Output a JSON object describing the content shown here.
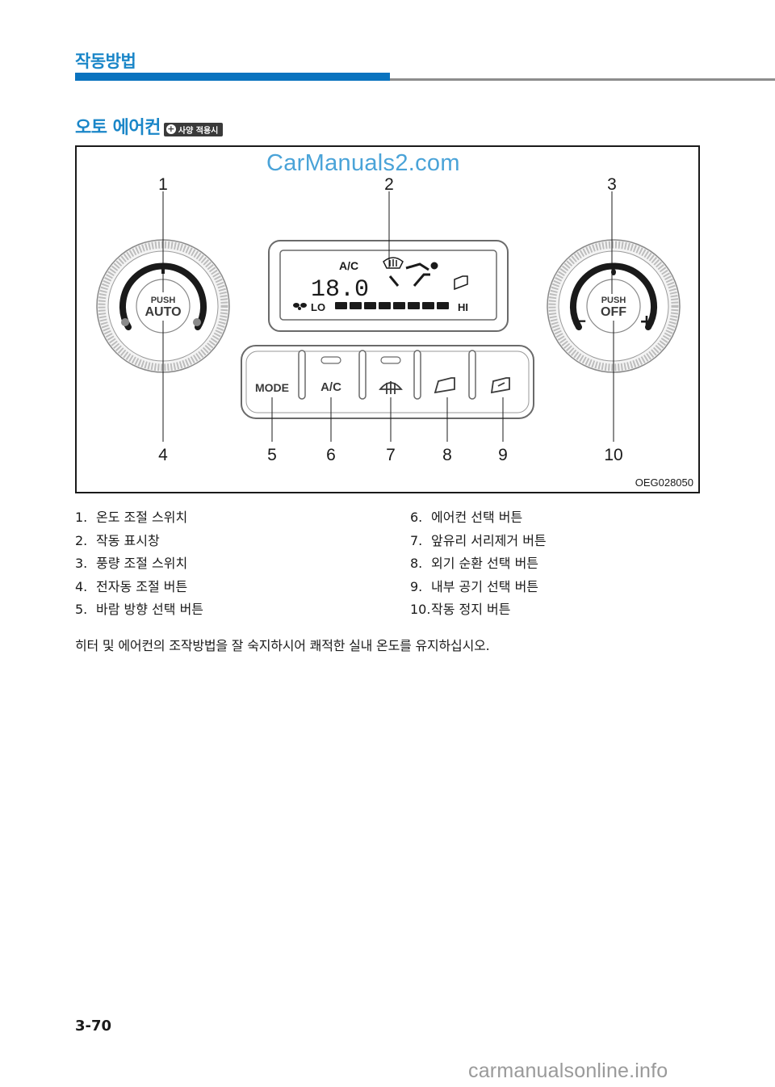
{
  "header": {
    "section_title": "작동방법"
  },
  "subtitle": {
    "text": "오토 에어컨",
    "badge": "사양 적용시"
  },
  "figure": {
    "watermark": "CarManuals2.com",
    "code": "OEG028050",
    "callouts": [
      "1",
      "2",
      "3",
      "4",
      "5",
      "6",
      "7",
      "8",
      "9",
      "10"
    ],
    "display": {
      "ac": "A/C",
      "temp": "18.0",
      "lo": "LO",
      "hi": "HI"
    },
    "left_knob": {
      "push": "PUSH",
      "label": "AUTO"
    },
    "right_knob": {
      "push": "PUSH",
      "label": "OFF",
      "minus": "−",
      "plus": "+"
    },
    "buttons": {
      "mode": "MODE",
      "ac": "A/C"
    }
  },
  "legend_left": [
    {
      "num": "1.",
      "text": "온도 조절 스위치"
    },
    {
      "num": "2.",
      "text": "작동 표시창"
    },
    {
      "num": "3.",
      "text": "풍량 조절 스위치"
    },
    {
      "num": "4.",
      "text": "전자동 조절 버튼"
    },
    {
      "num": "5.",
      "text": "바람 방향 선택 버튼"
    }
  ],
  "legend_right": [
    {
      "num": "6.",
      "text": "에어컨 선택 버튼"
    },
    {
      "num": "7.",
      "text": "앞유리 서리제거 버튼"
    },
    {
      "num": "8.",
      "text": "외기 순환 선택 버튼"
    },
    {
      "num": "9.",
      "text": "내부 공기 선택 버튼"
    },
    {
      "num": "10.",
      "text": "작동 정지 버튼"
    }
  ],
  "paragraph": "히터 및 에어컨의 조작방법을 잘 숙지하시어 쾌적한 실내 온도를 유지하십시오.",
  "footer": {
    "page": "3-70",
    "site": "carmanualsonline.info"
  },
  "colors": {
    "accent": "#1a86c8",
    "rule": "#0a73bf"
  }
}
